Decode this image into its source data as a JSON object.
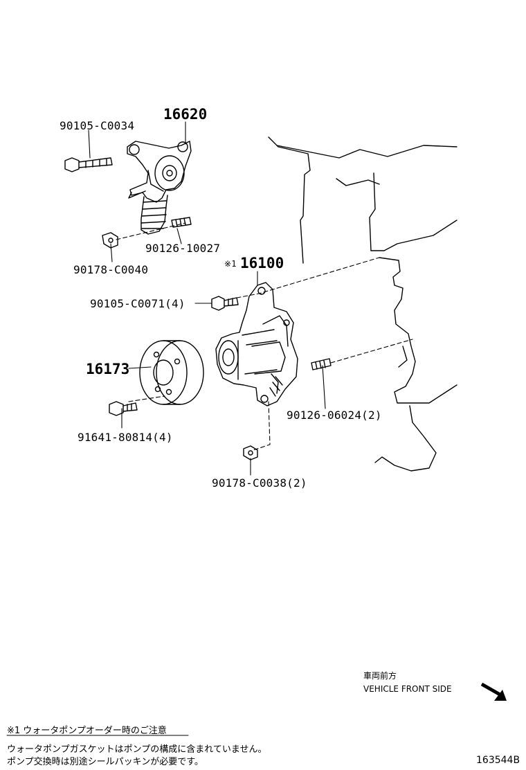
{
  "parts": {
    "bolt_tensioner": "90105-C0034",
    "tensioner_assy": "16620",
    "stud_tensioner": "90126-10027",
    "nut_tensioner": "90178-C0040",
    "water_pump": "16100",
    "water_pump_mark": "※1",
    "bolt_pump": "90105-C0071(4)",
    "pulley": "16173",
    "stud_pump": "90126-06024(2)",
    "bolt_pulley": "91641-80814(4)",
    "nut_pump": "90178-C0038(2)"
  },
  "direction": {
    "label_ja": "車両前方",
    "label_en": "VEHICLE FRONT SIDE",
    "arrow_icon": "arrow-down-right-icon"
  },
  "notes": {
    "title": "※1 ウォータポンプオーダー時のご注意",
    "line1": "ウォータポンプガスケットはポンプの構成に含まれていません。",
    "line2": "ポンプ交換時は別途シールパッキンが必要です。"
  },
  "figure_id": "163544B"
}
